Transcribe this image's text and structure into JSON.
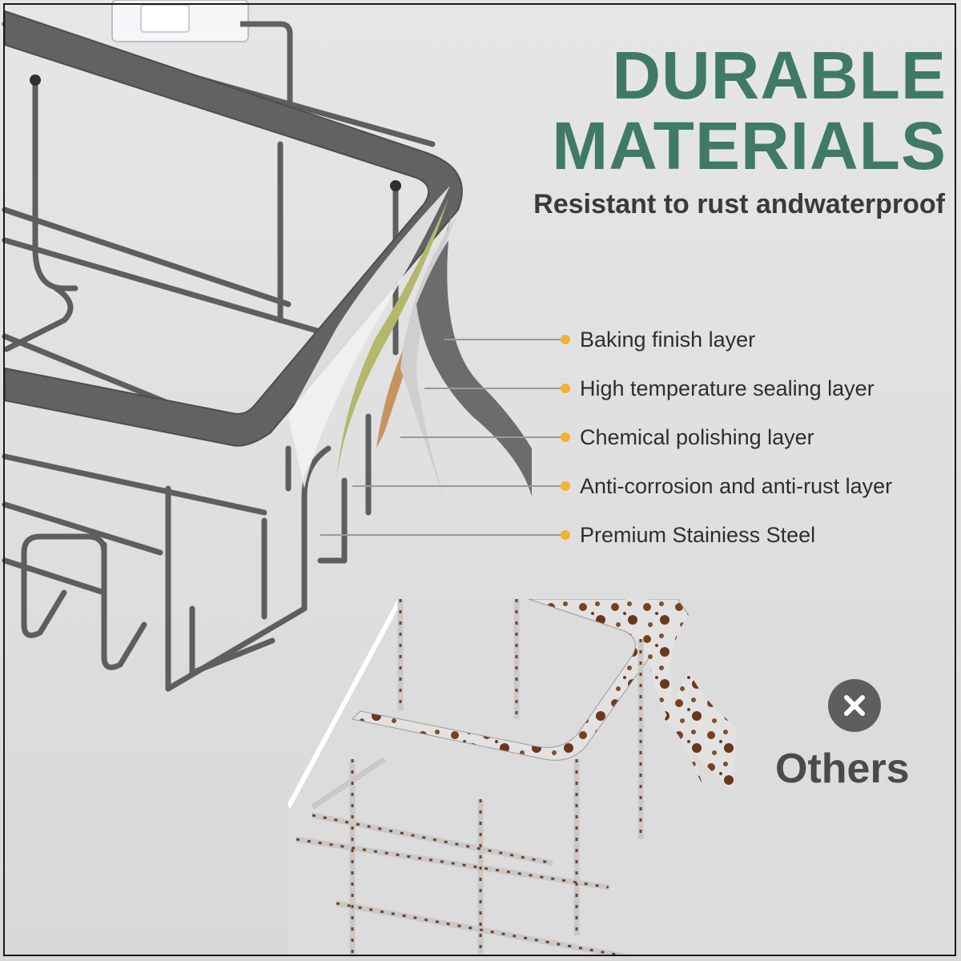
{
  "headline": {
    "line1": "DURABLE",
    "line2": "MATERIALS"
  },
  "subtitle": "Resistant to rust andwaterproof",
  "layers": [
    {
      "label": "Baking finish layer"
    },
    {
      "label": "High temperature sealing layer"
    },
    {
      "label": "Chemical polishing layer"
    },
    {
      "label": "Anti-corrosion and anti-rust layer"
    },
    {
      "label": "Premium Stainiess Steel"
    }
  ],
  "comparison": {
    "label": "Others",
    "icon": "x-mark-icon"
  },
  "colors": {
    "headline": "#3f7a66",
    "text": "#2e2e2e",
    "dot": "#f2b233",
    "metal": "#5f6163",
    "rust": "#7a3e1e"
  }
}
